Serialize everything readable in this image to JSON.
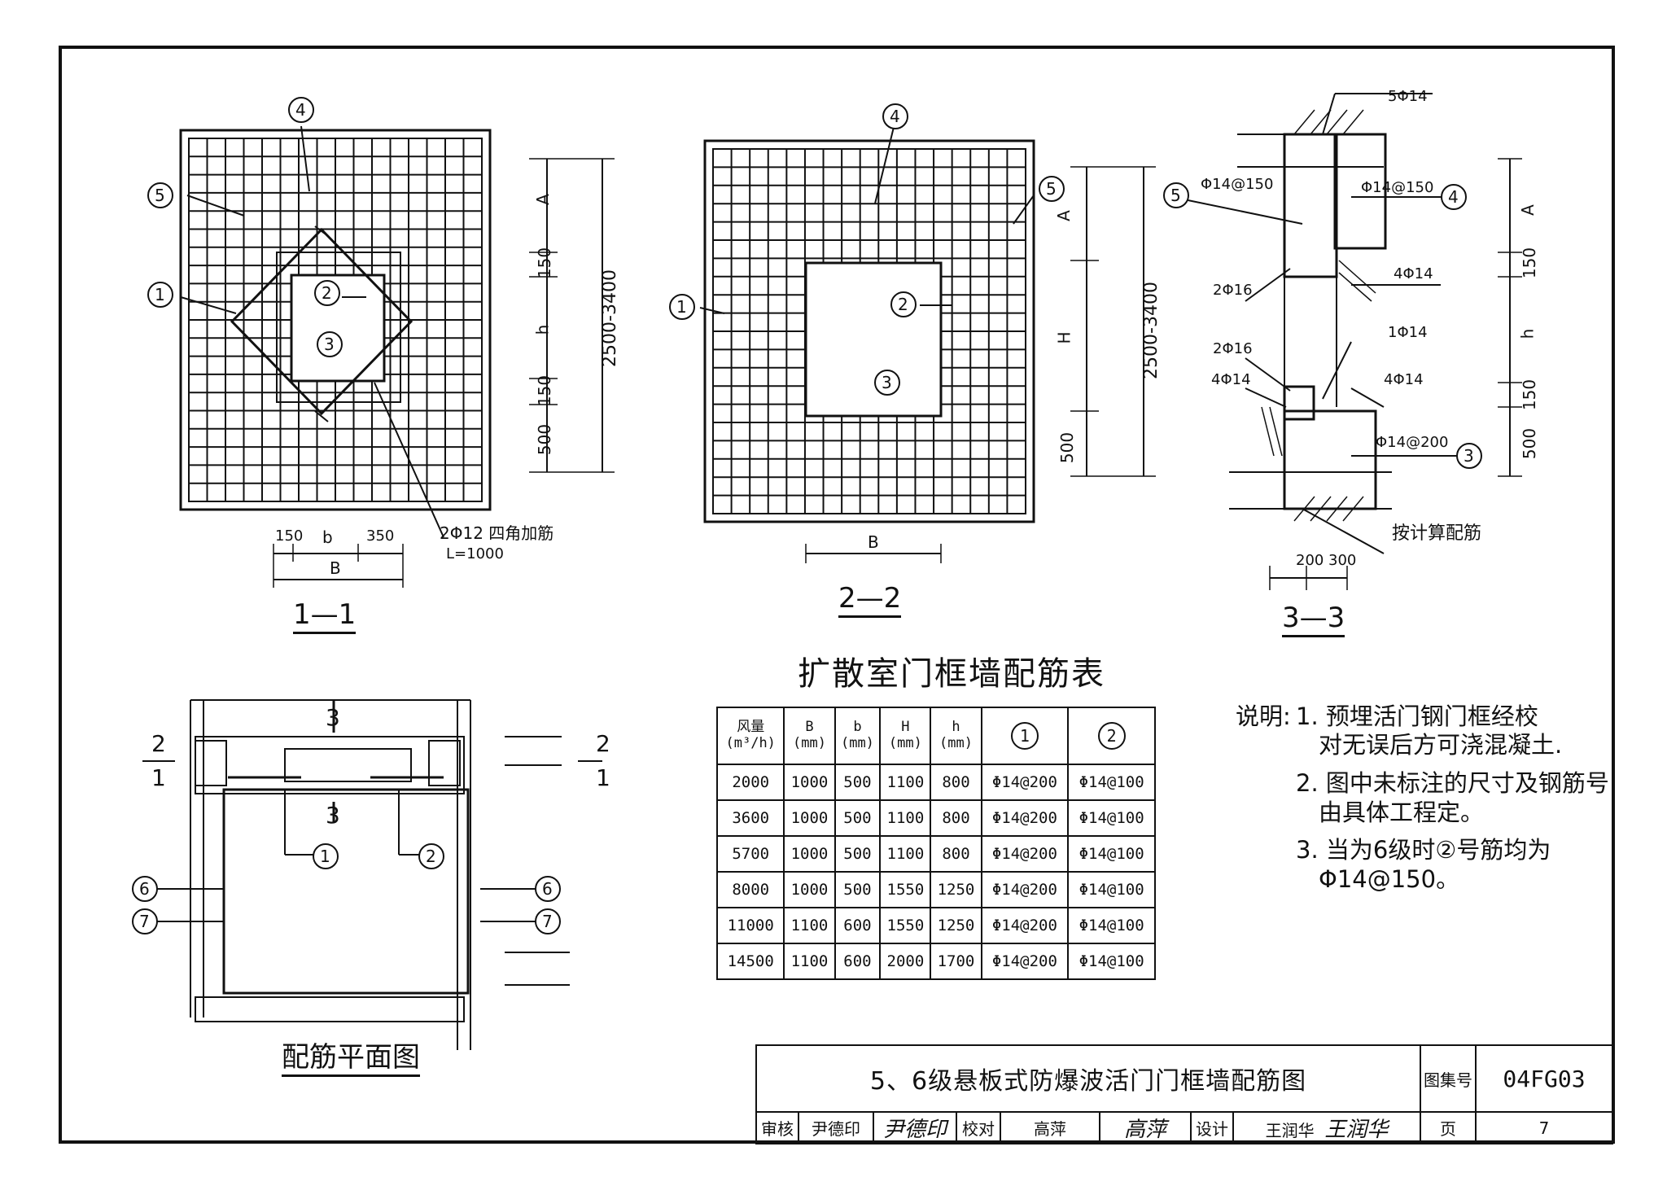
{
  "drawing": {
    "section_1_label": "1—1",
    "section_2_label": "2—2",
    "section_3_label": "3—3",
    "plan_label": "配筋平面图",
    "dims_1": {
      "a": "A",
      "v150a": "150",
      "h": "h",
      "v150b": "150",
      "v500": "500",
      "total": "2500-3400",
      "b50": "150",
      "b": "b",
      "b350": "350",
      "B": "B"
    },
    "dims_2": {
      "a": "A",
      "H": "H",
      "v500": "500",
      "total": "2500-3400",
      "B": "B"
    },
    "dims_3": {
      "a": "A",
      "v150a": "150",
      "h": "h",
      "v150b": "150",
      "v500": "500",
      "d200": "200",
      "d300": "300"
    },
    "corner_bar_note": "2Φ12 四角加筋",
    "corner_bar_len": "L=1000",
    "sec3_labels": {
      "top": "5Φ14",
      "left_dist": "Φ14@150",
      "right_dist": "Φ14@150",
      "l2f16a": "2Φ16",
      "r4f14a": "4Φ14",
      "l2f16b": "2Φ16",
      "r1f14": "1Φ14",
      "l4f14": "4Φ14",
      "r4f14b": "4Φ14",
      "r_at200": "Φ14@200",
      "bottom": "按计算配筋"
    },
    "plan_marks": {
      "sec3": "3",
      "sec2": "2",
      "sec1": "1"
    },
    "callouts": {
      "c1": "1",
      "c2": "2",
      "c3": "3",
      "c4": "4",
      "c5": "5",
      "c6": "6",
      "c7": "7"
    }
  },
  "table": {
    "title": "扩散室门框墙配筋表",
    "headers": [
      {
        "l1": "风量",
        "l2": "(m³/h)"
      },
      {
        "l1": "B",
        "l2": "(mm)"
      },
      {
        "l1": "b",
        "l2": "(mm)"
      },
      {
        "l1": "H",
        "l2": "(mm)"
      },
      {
        "l1": "h",
        "l2": "(mm)"
      },
      {
        "l1": "1",
        "l2": ""
      },
      {
        "l1": "2",
        "l2": ""
      }
    ],
    "rows": [
      [
        "2000",
        "1000",
        "500",
        "1100",
        "800",
        "Φ14@200",
        "Φ14@100"
      ],
      [
        "3600",
        "1000",
        "500",
        "1100",
        "800",
        "Φ14@200",
        "Φ14@100"
      ],
      [
        "5700",
        "1000",
        "500",
        "1100",
        "800",
        "Φ14@200",
        "Φ14@100"
      ],
      [
        "8000",
        "1000",
        "500",
        "1550",
        "1250",
        "Φ14@200",
        "Φ14@100"
      ],
      [
        "11000",
        "1100",
        "600",
        "1550",
        "1250",
        "Φ14@200",
        "Φ14@100"
      ],
      [
        "14500",
        "1100",
        "600",
        "2000",
        "1700",
        "Φ14@200",
        "Φ14@100"
      ]
    ]
  },
  "notes": {
    "label": "说明:",
    "n1a": "1. 预埋活门钢门框经校",
    "n1b": "对无误后方可浇混凝土.",
    "n2a": "2. 图中未标注的尺寸及钢筋号",
    "n2b": "由具体工程定。",
    "n3a": "3. 当为6级时②号筋均为",
    "n3b": "Φ14@150。"
  },
  "title_block": {
    "drawing_title": "5、6级悬板式防爆波活门门框墙配筋图",
    "atlas_label": "图集号",
    "atlas_code": "04FG03",
    "review_label": "审核",
    "reviewer": "尹德印",
    "reviewer_sign": "尹德印",
    "check_label": "校对",
    "checker": "高萍",
    "checker_sign": "高萍",
    "design_label": "设计",
    "designer": "王润华",
    "designer_sign": "王润华",
    "page_label": "页",
    "page_no": "7"
  }
}
